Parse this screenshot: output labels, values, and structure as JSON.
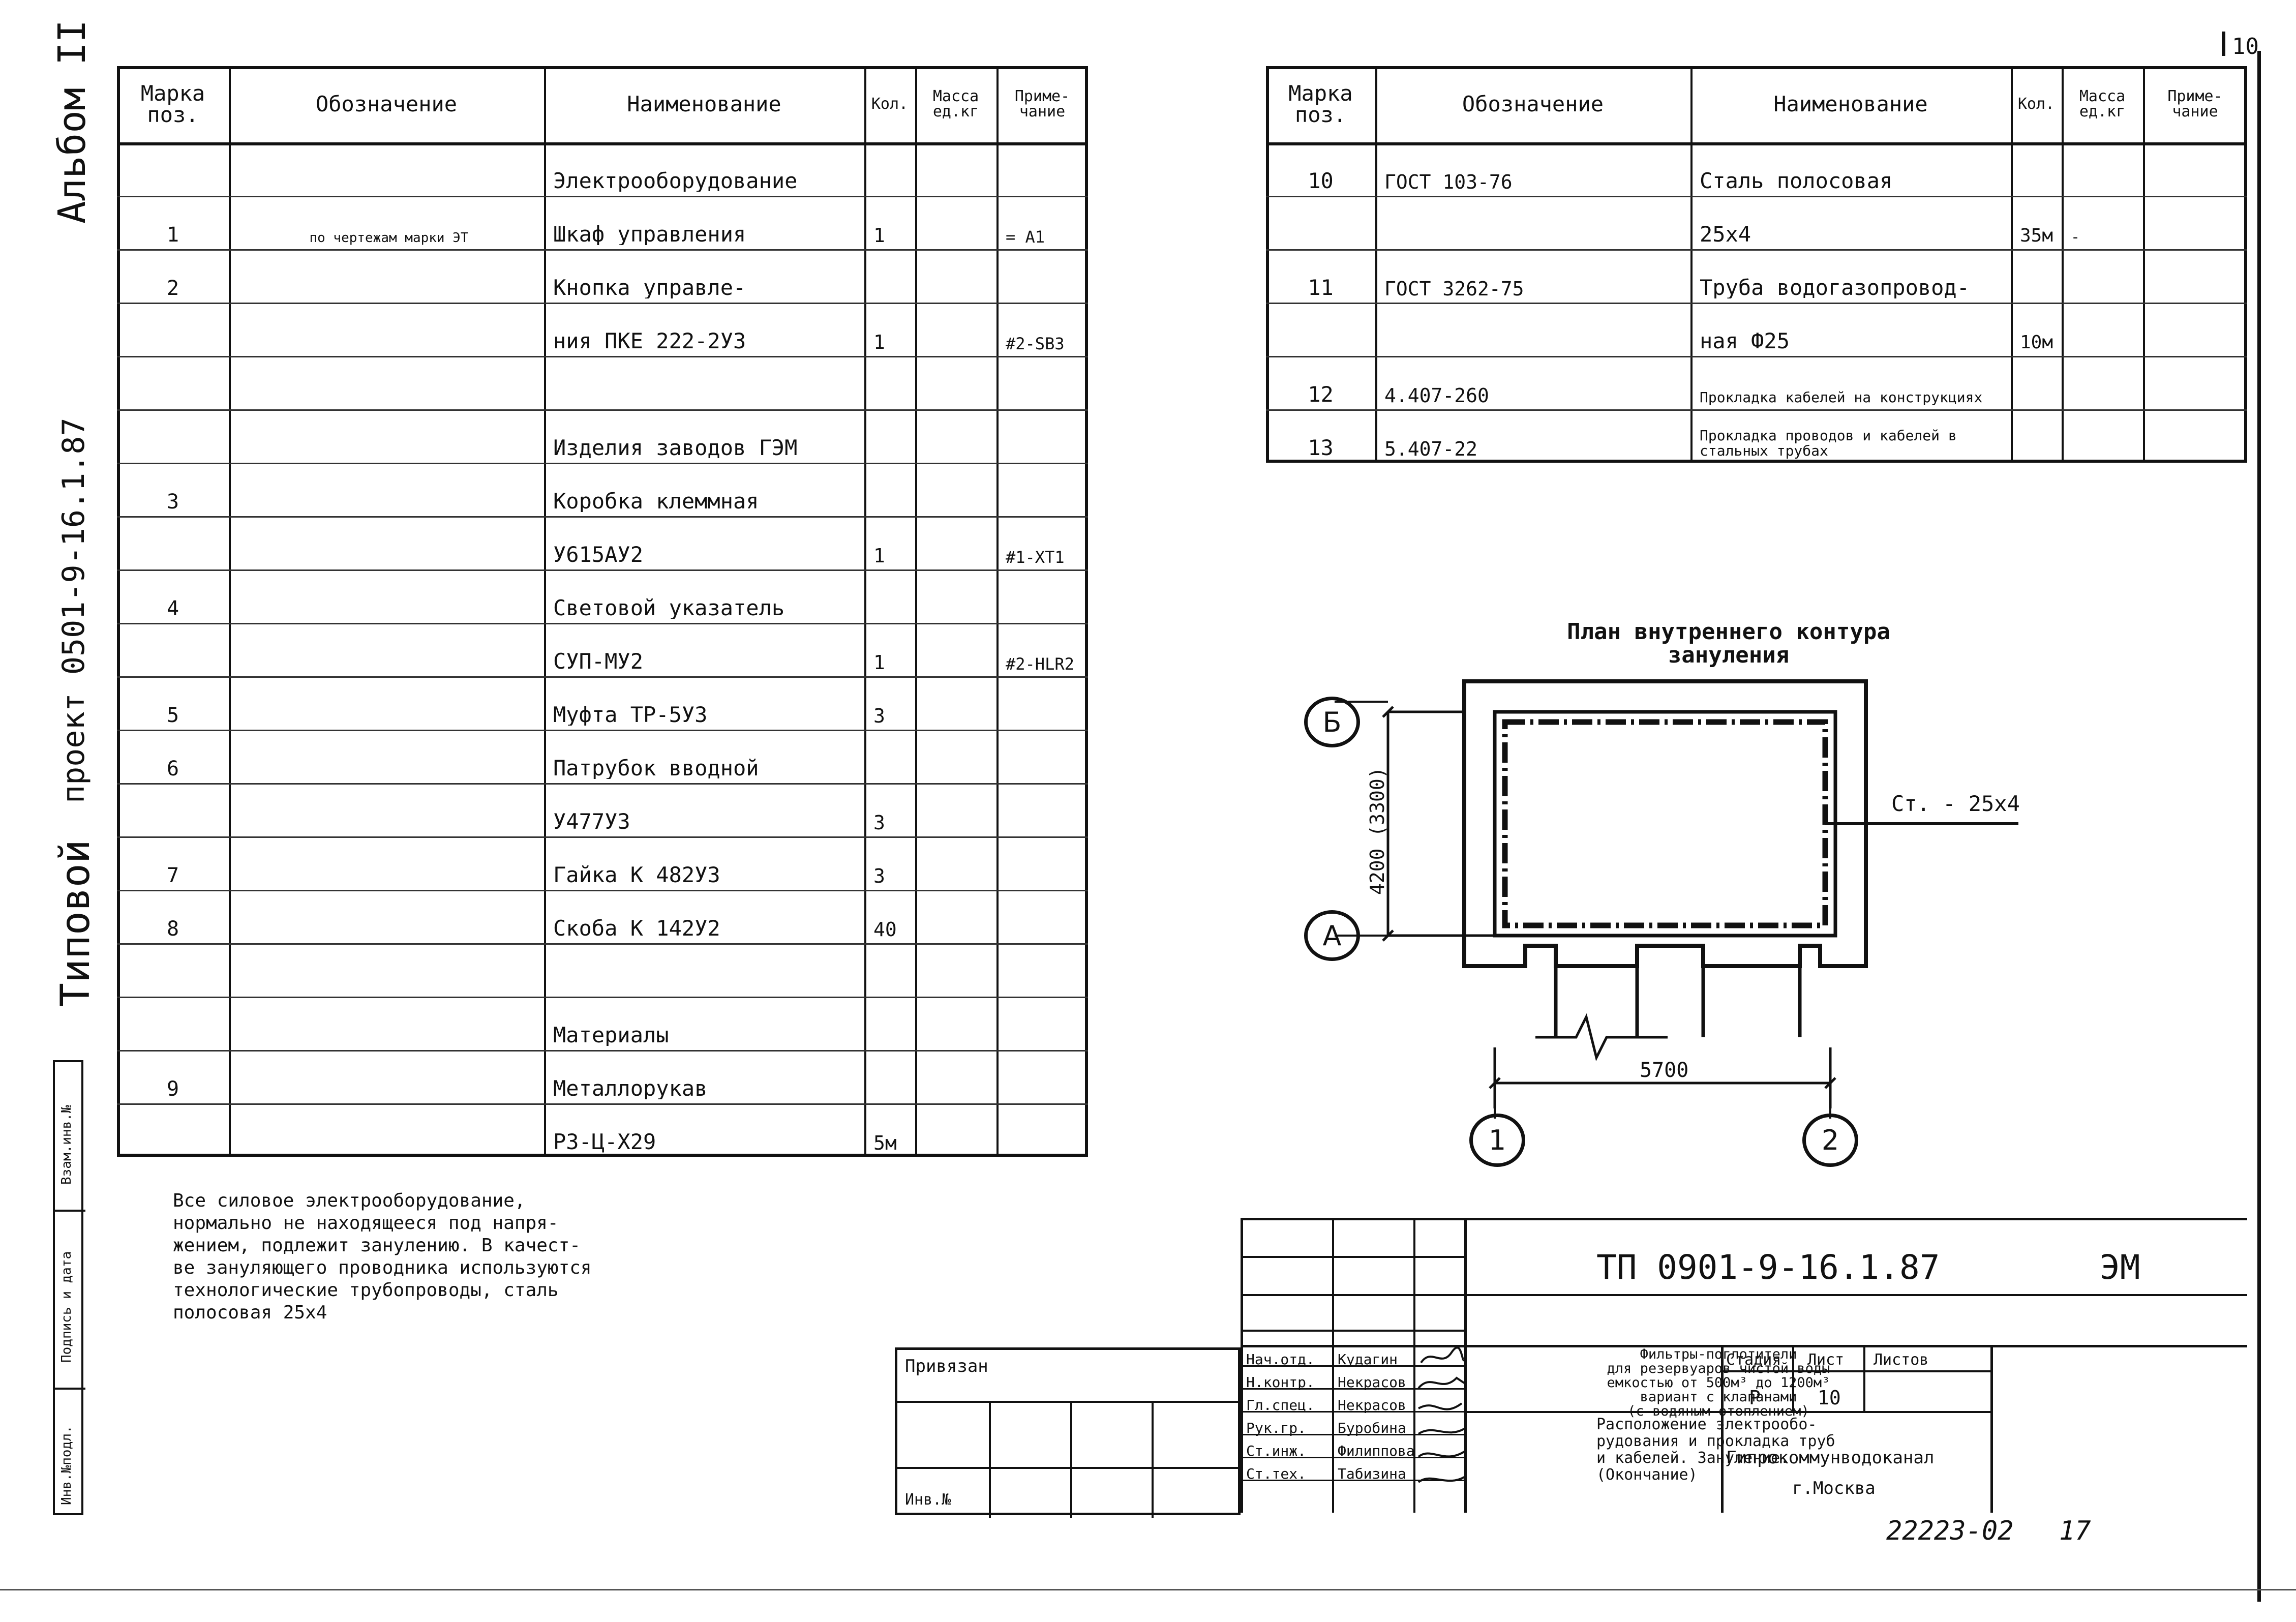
{
  "page_number": "10",
  "side_title": {
    "part_a": "Типовой",
    "part_b": "проект 0501-9-16.1.87",
    "part_c": "Альбом II"
  },
  "stamp_column": [
    "Инв.№подл.",
    "Подпись и дата",
    "Взам.инв.№"
  ],
  "left_table": {
    "headers": [
      "Марка поз.",
      "Обозначение",
      "Наименование",
      "Кол.",
      "Масса ед.кг",
      "Приме- чание"
    ],
    "rows": [
      [
        "",
        "",
        "Электрооборудование",
        "",
        "",
        ""
      ],
      [
        "1",
        "по чертежам марки ЭТ",
        "Шкаф управления",
        "1",
        "",
        "= А1"
      ],
      [
        "2",
        "",
        "Кнопка управле-",
        "",
        "",
        ""
      ],
      [
        "",
        "",
        "ния ПКЕ 222-2У3",
        "1",
        "",
        "#2-SB3"
      ],
      [
        "",
        "",
        "",
        "",
        "",
        ""
      ],
      [
        "",
        "",
        "Изделия заводов ГЭМ",
        "",
        "",
        ""
      ],
      [
        "3",
        "",
        "Коробка клеммная",
        "",
        "",
        ""
      ],
      [
        "",
        "",
        "У615АУ2",
        "1",
        "",
        "#1-XT1"
      ],
      [
        "4",
        "",
        "Световой указатель",
        "",
        "",
        ""
      ],
      [
        "",
        "",
        "СУП-МУ2",
        "1",
        "",
        "#2-HLR2"
      ],
      [
        "5",
        "",
        "Муфта ТР-5У3",
        "3",
        "",
        ""
      ],
      [
        "6",
        "",
        "Патрубок вводной",
        "",
        "",
        ""
      ],
      [
        "",
        "",
        "У477У3",
        "3",
        "",
        ""
      ],
      [
        "7",
        "",
        "Гайка К 482У3",
        "3",
        "",
        ""
      ],
      [
        "8",
        "",
        "Скоба К 142У2",
        "40",
        "",
        ""
      ],
      [
        "",
        "",
        "",
        "",
        "",
        ""
      ],
      [
        "",
        "",
        "Материалы",
        "",
        "",
        ""
      ],
      [
        "9",
        "",
        "Металлорукав",
        "",
        "",
        ""
      ],
      [
        "",
        "",
        "Р3-Ц-Х29",
        "5м",
        "",
        ""
      ]
    ]
  },
  "right_table": {
    "headers": [
      "Марка поз.",
      "Обозначение",
      "Наименование",
      "Кол.",
      "Масса ед.кг",
      "Приме- чание"
    ],
    "rows": [
      [
        "10",
        "ГОСТ 103-76",
        "Сталь полосовая",
        "",
        "",
        ""
      ],
      [
        "",
        "",
        "25х4",
        "35м",
        "-",
        ""
      ],
      [
        "11",
        "ГОСТ 3262-75",
        "Труба водогазопровод-",
        "",
        "",
        ""
      ],
      [
        "",
        "",
        "ная Ф25",
        "10м",
        "",
        ""
      ],
      [
        "12",
        "4.407-260",
        "Прокладка кабелей на конструкциях",
        "",
        "",
        ""
      ],
      [
        "13",
        "5.407-22",
        "Прокладка проводов и кабелей в стальных трубах",
        "",
        "",
        ""
      ]
    ]
  },
  "plan": {
    "title_line1": "План внутреннего контура",
    "title_line2": "зануления",
    "axis_b": "Б",
    "axis_a": "А",
    "axis_1": "1",
    "axis_2": "2",
    "dim_vertical": "4200 (3300)",
    "dim_horizontal": "5700",
    "callout": "Ст. - 25х4"
  },
  "note_lines": [
    "Все силовое электрооборудование,",
    "нормально не находящееся под напря-",
    "жением, подлежит занулению. В качест-",
    "ве зануляющего проводника используются",
    "технологические трубопроводы, сталь",
    "полосовая 25х4"
  ],
  "title_block": {
    "binding_label": "Привязан",
    "inv_label": "Инв.№",
    "code": "ТП 0901-9-16.1.87",
    "mark": "ЭМ",
    "roles": [
      "Нач.отд.",
      "Н.контр.",
      "Гл.спец.",
      "Рук.гр.",
      "Ст.инж.",
      "Ст.тех."
    ],
    "names": [
      "Кудагин",
      "Некрасов",
      "Некрасов",
      "Буробина",
      "Филиппова",
      "Табизина"
    ],
    "project_lines": [
      "Фильтры-поглотители",
      "для резервуаров чистой воды",
      "емкостью от 500м³ до 1200м³",
      "вариант с клапанами",
      "(с водяным отоплением)"
    ],
    "sheet_lines": [
      "Расположение электрообо-",
      "рудования и прокладка труб",
      "и кабелей. Зануление.",
      "(Окончание)"
    ],
    "stage_label": "Стадия",
    "sheet_label": "Лист",
    "sheets_label": "Листов",
    "stage": "Р",
    "sheet": "10",
    "org_line1": "Гипрокоммунводоканал",
    "org_line2": "г.Москва"
  },
  "archive_number": "22223-02",
  "archive_sheet": "17"
}
